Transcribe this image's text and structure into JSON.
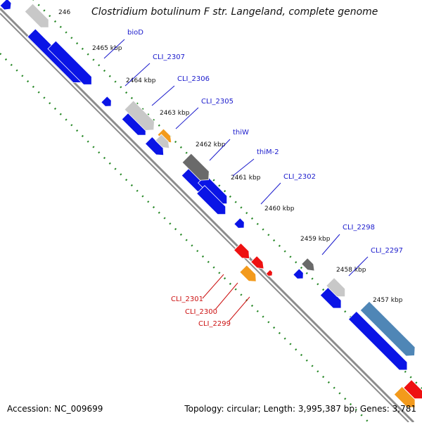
{
  "title": "Clostridium botulinum F str. Langeland, complete genome",
  "accession": "Accession: NC_009699",
  "summary": "Topology: circular; Length: 3,995,387 bp; Genes: 3,781",
  "colors": {
    "forward_gene": "#0a14e6",
    "red_gene": "#ee1111",
    "orange_gene": "#f39a1c",
    "gray_light": "#c8c8c8",
    "gray_dark": "#6a6a6a",
    "steel_blue": "#4f86b6",
    "tick_dots": "#2a8a2a",
    "backbone": "#8c8c8c",
    "label_blue": "#1a1acc",
    "label_red": "#cc1111"
  },
  "ticks": [
    {
      "label": "246",
      "cut": true
    },
    {
      "label": "2465 kbp"
    },
    {
      "label": "2464 kbp"
    },
    {
      "label": "2463 kbp"
    },
    {
      "label": "2462 kbp"
    },
    {
      "label": "2461 kbp"
    },
    {
      "label": "2460 kbp"
    },
    {
      "label": "2459 kbp"
    },
    {
      "label": "2458 kbp"
    },
    {
      "label": "2457 kbp"
    }
  ],
  "gene_labels": [
    {
      "name": "bioD",
      "color": "blue"
    },
    {
      "name": "CLI_2307",
      "color": "blue"
    },
    {
      "name": "CLI_2306",
      "color": "blue"
    },
    {
      "name": "CLI_2305",
      "color": "blue"
    },
    {
      "name": "thiW",
      "color": "blue"
    },
    {
      "name": "thiM-2",
      "color": "blue"
    },
    {
      "name": "CLI_2302",
      "color": "blue"
    },
    {
      "name": "CLI_2298",
      "color": "blue"
    },
    {
      "name": "CLI_2297",
      "color": "blue"
    },
    {
      "name": "CLI_2301",
      "color": "red"
    },
    {
      "name": "CLI_2300",
      "color": "red"
    },
    {
      "name": "CLI_2299",
      "color": "red"
    }
  ]
}
